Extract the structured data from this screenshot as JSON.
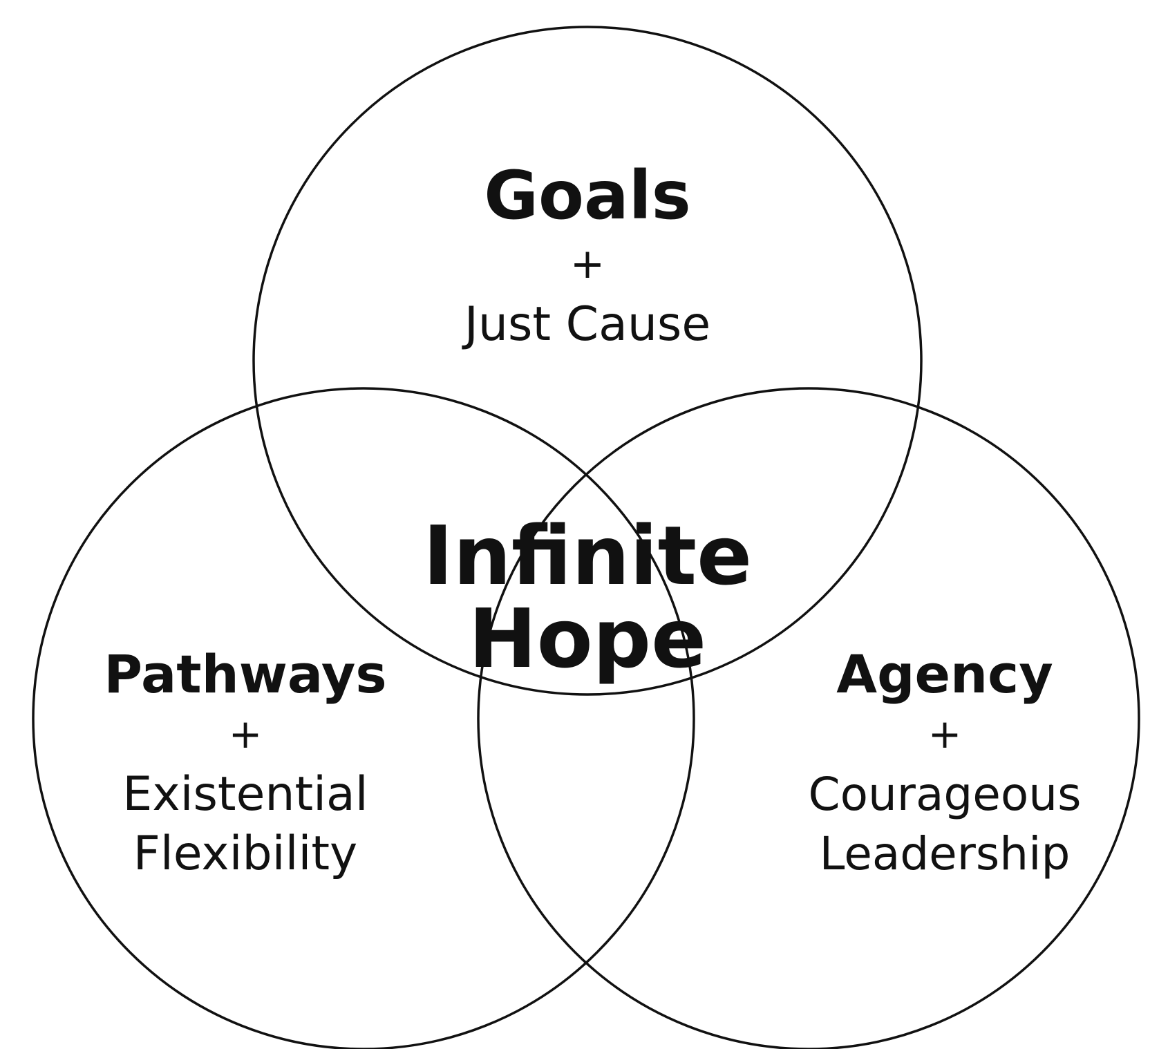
{
  "diagram": {
    "top": {
      "title": "Goals",
      "plus": "+",
      "subtitle_lines": [
        "Just Cause"
      ]
    },
    "left": {
      "title": "Pathways",
      "plus": "+",
      "subtitle_lines": [
        "Existential",
        "Flexibility"
      ]
    },
    "right": {
      "title": "Agency",
      "plus": "+",
      "subtitle_lines": [
        "Courageous",
        "Leadership"
      ]
    },
    "center": {
      "lines": [
        "Infinite",
        "Hope"
      ]
    }
  }
}
